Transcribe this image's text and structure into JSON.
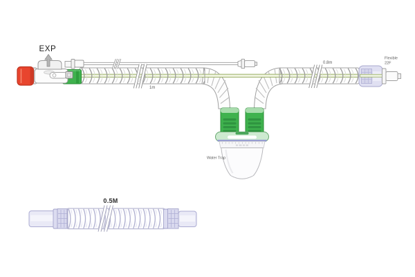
{
  "diagram": {
    "kind": "breathing-circuit-illustration",
    "labels": {
      "exp": "EXP",
      "limb1_length": "1m",
      "limb2_length": "0.8m",
      "flexible_line1": "Flexible",
      "flexible_line2": "22F",
      "water_trap": "Water Trap",
      "extension_length": "0.5M"
    },
    "colors": {
      "red_cap": "#e8452e",
      "red_cap_dark": "#cf3a26",
      "green_connector": "#3fb24e",
      "green_dark": "#2f9440",
      "heater_wire_fill": "#eef3de",
      "heater_wire_edge": "#95aa5e",
      "lavender_fill": "#e0e0f2",
      "lavender_stroke": "#a8a8cd",
      "tube_stroke": "#a0a0a0",
      "label_color": "#5a5a5a"
    }
  }
}
